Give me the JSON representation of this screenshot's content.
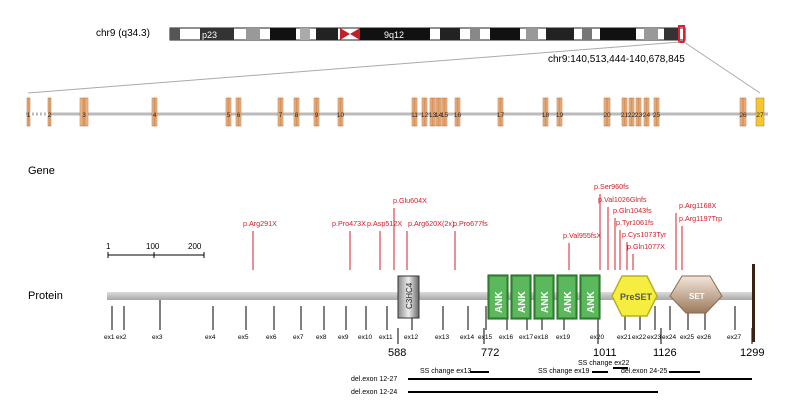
{
  "chromosome": {
    "label": "chr9 (q34.3)",
    "band_p": "p23",
    "band_q": "9q12",
    "coords": "chr9:140,513,444-140,678,845"
  },
  "gene": {
    "label": "Gene",
    "exons": [
      "1",
      "2",
      "3",
      "4",
      "5",
      "6",
      "7",
      "8",
      "9",
      "10",
      "11",
      "12",
      "13",
      "14",
      "15",
      "16",
      "17",
      "18",
      "19",
      "20",
      "21",
      "22",
      "23",
      "24",
      "25",
      "26",
      "27"
    ]
  },
  "scale": {
    "ticks": [
      "1",
      "100",
      "200"
    ]
  },
  "protein": {
    "label": "Protein",
    "exon_labels": [
      "ex1",
      "ex2",
      "ex3",
      "ex4",
      "ex5",
      "ex6",
      "ex7",
      "ex8",
      "ex9",
      "ex10",
      "ex11",
      "ex12",
      "ex13",
      "ex14",
      "ex15",
      "ex16",
      "ex17",
      "ex18",
      "ex19",
      "ex20",
      "ex21",
      "ex22",
      "ex23",
      "ex24",
      "ex25",
      "ex26",
      "ex27"
    ],
    "positions": [
      "588",
      "772",
      "1011",
      "1126",
      "1299"
    ],
    "domains": {
      "c3hc4": "C3HC4",
      "ank": "ANK",
      "preset": "PreSET",
      "set": "SET"
    }
  },
  "mutations": [
    "p.Arg291X",
    "p.Pro473X",
    "p.Asp512X",
    "p.Glu604X",
    "p.Arg620X(2x)",
    "p.Pro677fs",
    "p.Val955fsX",
    "p.Ser960fs",
    "p.Val1026Glnfs",
    "p.Gln1043fs",
    "p.Tyr1061fs",
    "p.Cys1073Tyr",
    "p.Gln1077X",
    "p.Arg1168X",
    "p.Arg1197Trp"
  ],
  "deletions": [
    "SS change ex13",
    "SS change ex22",
    "SS change ex19",
    "del.exon 24-25",
    "del.exon 12-27",
    "del.exon 12-24"
  ],
  "colors": {
    "mutation": "#d0202a",
    "ank": "#3a8a3a",
    "preset": "#f5ee40",
    "set": "#c8a88c",
    "exon": "#e0a070",
    "backbone": "#c0c0c0"
  }
}
